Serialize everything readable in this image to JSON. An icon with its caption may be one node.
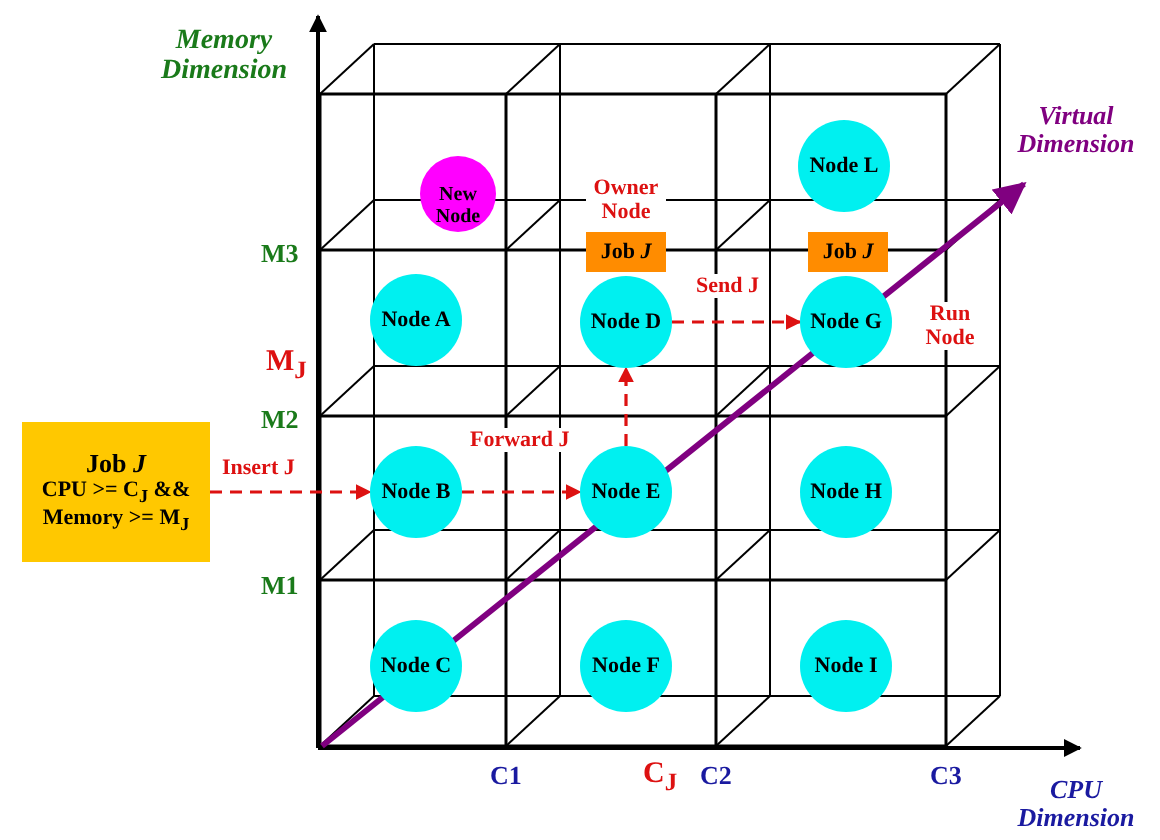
{
  "diagram": {
    "nodes": [
      {
        "text": [
          "New Node"
        ]
      },
      {
        "text": [
          "Node L"
        ]
      },
      {
        "text": [
          "Job *J*"
        ]
      },
      {
        "text": [
          "Job *J*"
        ]
      },
      {
        "text": [
          "Node A"
        ]
      },
      {
        "text": [
          "Node D"
        ]
      },
      {
        "text": [
          "Node G"
        ],
        "beside": [
          "Run Node"
        ]
      },
      {
        "text": [
          "Job *J*",
          "CPU >= C$_{J}$ && Memory >= M$_{J}$"
        ]
      },
      {
        "text": [
          "Node B"
        ]
      },
      {
        "text": [
          "Node E"
        ]
      },
      {
        "text": [
          "Node H"
        ]
      },
      {
        "text": [
          "Node C"
        ]
      },
      {
        "text": [
          "Node F"
        ]
      },
      {
        "text": [
          "Node I"
        ]
      }
    ],
    "edges": [
      {
        "from": 7,
        "to": 8,
        "arrow": "to",
        "label": "Insert J",
        "style": "dashed"
      },
      {
        "from": 8,
        "to": 9,
        "arrow": "to",
        "label": "Forward J",
        "style": "dashed"
      },
      {
        "from": 9,
        "to": 5,
        "arrow": "to",
        "style": "dashed"
      },
      {
        "from": 5,
        "to": 6,
        "arrow": "to",
        "label": "Send J",
        "style": "dashed"
      }
    ],
    "labels": [
      "Memory Dimension",
      "Virtual Dimension",
      "Owner Node",
      "M3",
      "M$_{J}$",
      "M2",
      "M1",
      "C1",
      "C$_{J}$",
      "C2",
      "C3",
      "CPU Dimension"
    ]
  }
}
